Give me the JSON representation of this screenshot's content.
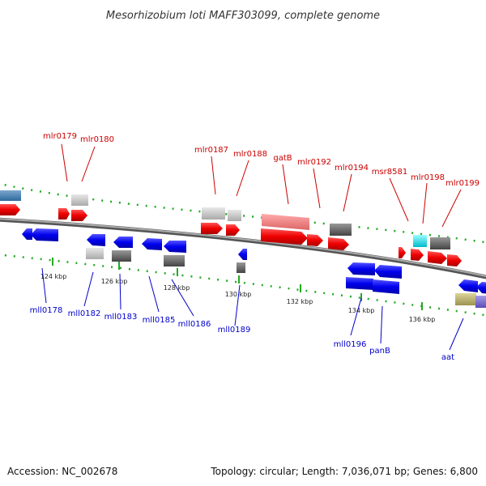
{
  "title": "Mesorhizobium loti MAFF303099, complete genome",
  "footer": {
    "accession": "Accession: NC_002678",
    "topology": "Topology: circular; Length: 7,036,071 bp; Genes: 6,800"
  },
  "ticks": [
    "124 kbp",
    "126 kbp",
    "128 kbp",
    "130 kbp",
    "132 kbp",
    "134 kbp",
    "136 kbp"
  ],
  "top_labels": [
    "mlr0179",
    "mlr0180",
    "mlr0187",
    "mlr0188",
    "gatB",
    "mlr0192",
    "mlr0194",
    "msr8581",
    "mlr0198",
    "mlr0199"
  ],
  "bottom_labels": [
    "mll0178",
    "mll0182",
    "mll0183",
    "mll0185",
    "mll0186",
    "mll0189",
    "mll0196",
    "panB",
    "aat"
  ],
  "colors": {
    "forward": "#ee0000",
    "reverse": "#0000ee",
    "label_forward": "#cc0000",
    "label_reverse": "#0000cc",
    "backbone": "#888888",
    "gc_dots": "#22aa22"
  }
}
